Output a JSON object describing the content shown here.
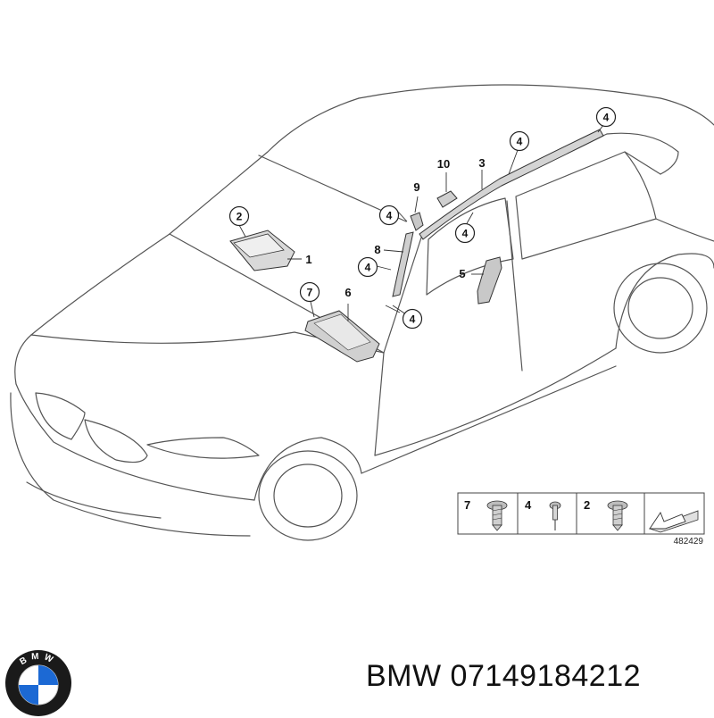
{
  "diagram": {
    "callouts_circled": [
      {
        "id": "c2a",
        "label": "2"
      },
      {
        "id": "c4a",
        "label": "4"
      },
      {
        "id": "c4b",
        "label": "4"
      },
      {
        "id": "c4c",
        "label": "4"
      },
      {
        "id": "c4d",
        "label": "4"
      },
      {
        "id": "c4e",
        "label": "4"
      },
      {
        "id": "c4f",
        "label": "4"
      },
      {
        "id": "c7a",
        "label": "7"
      }
    ],
    "callouts_plain": [
      {
        "id": "p1",
        "label": "1"
      },
      {
        "id": "p3",
        "label": "3"
      },
      {
        "id": "p5",
        "label": "5"
      },
      {
        "id": "p6",
        "label": "6"
      },
      {
        "id": "p8",
        "label": "8"
      },
      {
        "id": "p9",
        "label": "9"
      },
      {
        "id": "p10",
        "label": "10"
      }
    ],
    "fastener_legend": {
      "items": [
        {
          "label": "7",
          "icon": "screw-icon"
        },
        {
          "label": "4",
          "icon": "rivet-icon"
        },
        {
          "label": "2",
          "icon": "screw-icon"
        }
      ],
      "reference_number": "482429"
    }
  },
  "brand": {
    "logo_text": "BMW",
    "caption": "BMW 07149184212",
    "colors": {
      "logo_blue": "#1c69d4",
      "logo_ring": "#1a1a1a",
      "line": "#555555"
    }
  }
}
